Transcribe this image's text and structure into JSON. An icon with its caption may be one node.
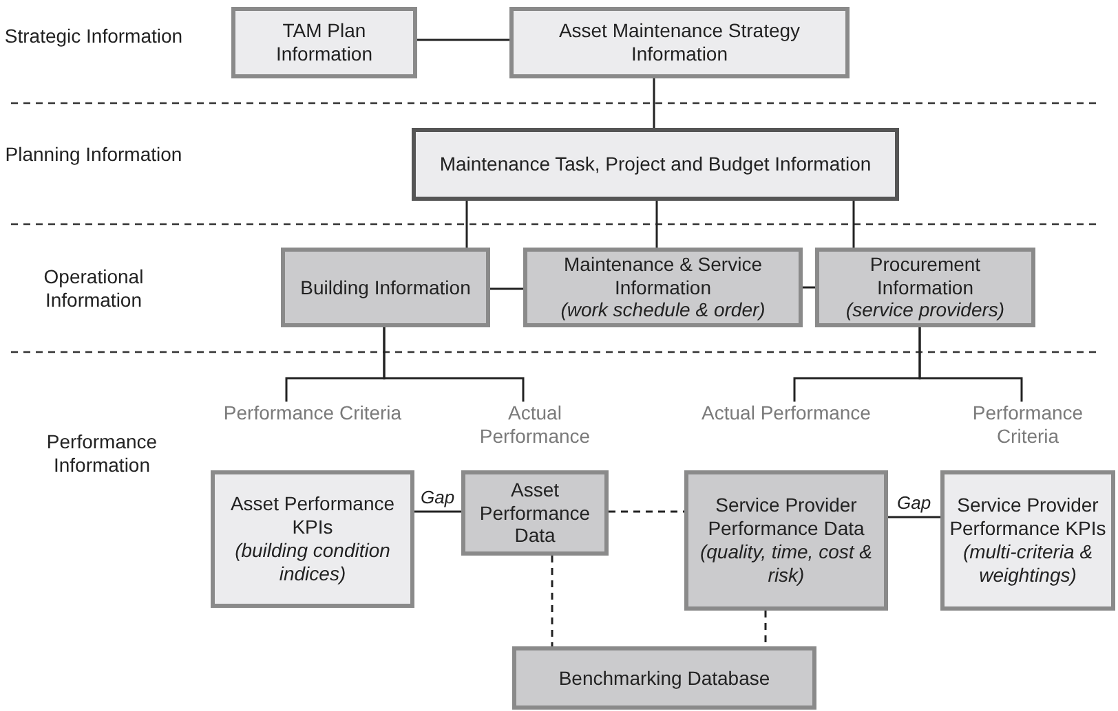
{
  "diagram": {
    "nodes": [
      {
        "text": [
          "TAM Plan Information"
        ]
      },
      {
        "text": [
          "Asset Maintenance Strategy Information"
        ]
      },
      {
        "text": [
          "Maintenance Task, Project and Budget Information"
        ]
      },
      {
        "text": [
          "Building Information"
        ]
      },
      {
        "text": [
          "Maintenance & Service Information",
          "(work schedule & order)"
        ]
      },
      {
        "text": [
          "Procurement Information",
          "(service providers)"
        ]
      },
      {
        "text": [
          "Performance Criteria",
          "Asset Performance KPIs",
          "(building condition indices)"
        ]
      },
      {
        "text": [
          "Actual Performance",
          "Asset Performance Data"
        ]
      },
      {
        "text": [
          "Actual Performance",
          "Service Provider Performance Data",
          "(quality, time, cost & risk)"
        ]
      },
      {
        "text": [
          "Performance Criteria",
          "Service Provider Performance KPIs",
          "(multi-criteria & weightings)"
        ]
      },
      {
        "text": [
          "Benchmarking Database"
        ]
      }
    ],
    "edges": [
      {
        "from": 0,
        "to": 1,
        "arrow": "none"
      },
      {
        "from": 1,
        "to": 2,
        "arrow": "none"
      },
      {
        "from": 2,
        "to": 3,
        "arrow": "none"
      },
      {
        "from": 2,
        "to": 4,
        "arrow": "none"
      },
      {
        "from": 2,
        "to": 5,
        "arrow": "none"
      },
      {
        "from": 3,
        "to": 4,
        "arrow": "none"
      },
      {
        "from": 4,
        "to": 5,
        "arrow": "none"
      },
      {
        "from": 3,
        "to": 6,
        "arrow": "none"
      },
      {
        "from": 3,
        "to": 7,
        "arrow": "none"
      },
      {
        "from": 5,
        "to": 8,
        "arrow": "none"
      },
      {
        "from": 5,
        "to": 9,
        "arrow": "none"
      },
      {
        "from": 6,
        "to": 7,
        "arrow": "none",
        "label": "Gap"
      },
      {
        "from": 8,
        "to": 9,
        "arrow": "none",
        "label": "Gap"
      },
      {
        "from": 7,
        "to": 8,
        "arrow": "none",
        "style": "dashed"
      },
      {
        "from": 7,
        "to": 10,
        "arrow": "none",
        "style": "dashed"
      },
      {
        "from": 8,
        "to": 10,
        "arrow": "none",
        "style": "dashed"
      }
    ],
    "labels": [
      "Strategic Information",
      "Planning Information",
      "Operational Information",
      "Performance Information"
    ]
  }
}
